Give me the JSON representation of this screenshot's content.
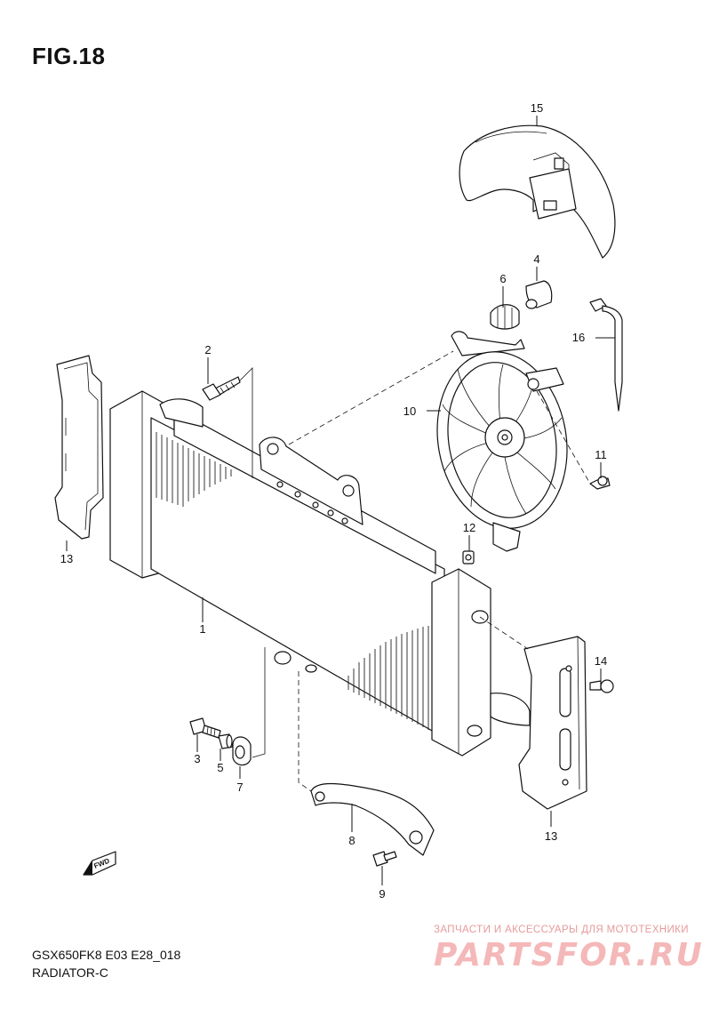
{
  "figure": {
    "title": "FIG.18",
    "model_code": "GSX650FK8 E03 E28_018",
    "subtitle": "RADIATOR-C"
  },
  "parts": [
    {
      "number": "1"
    },
    {
      "number": "2"
    },
    {
      "number": "3"
    },
    {
      "number": "4"
    },
    {
      "number": "5"
    },
    {
      "number": "6"
    },
    {
      "number": "7"
    },
    {
      "number": "8"
    },
    {
      "number": "9"
    },
    {
      "number": "10"
    },
    {
      "number": "11"
    },
    {
      "number": "12"
    },
    {
      "number": "13"
    },
    {
      "number": "13"
    },
    {
      "number": "14"
    },
    {
      "number": "15"
    },
    {
      "number": "16"
    }
  ],
  "direction_marker": "FWD",
  "watermark": {
    "tagline": "ЗАПЧАСТИ И АКСЕССУАРЫ ДЛЯ МОТОТЕХНИКИ",
    "logo": "PARTSFOR.RU"
  }
}
